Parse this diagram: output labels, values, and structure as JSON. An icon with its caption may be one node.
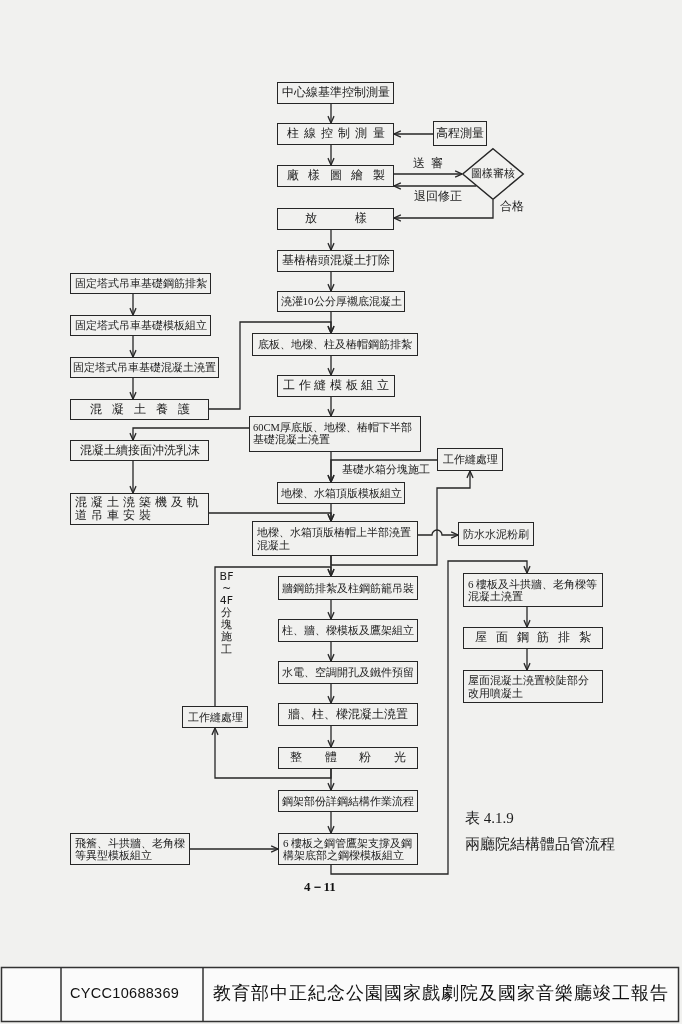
{
  "diagram": {
    "caption": "表 4.1.9 兩廳院結構體品管流程",
    "nodes": [
      {
        "text": [
          "中心線基準控制測量"
        ]
      },
      {
        "text": [
          "柱線控制測量"
        ]
      },
      {
        "text": [
          "高程測量"
        ]
      },
      {
        "text": [
          "廠樣圖繪製"
        ]
      },
      {
        "text": [
          "圖樣審核"
        ]
      },
      {
        "text": [
          "放樣"
        ]
      },
      {
        "text": [
          "基樁樁頭混凝土打除"
        ]
      },
      {
        "text": [
          "澆灌10公分厚襯底混凝土"
        ]
      },
      {
        "text": [
          "底板、地樑、柱及樁帽鋼筋排紮"
        ]
      },
      {
        "text": [
          "工作縫模板組立"
        ]
      },
      {
        "text": [
          "60CM厚底版、地樑、樁帽下半部基礎混凝土澆置"
        ]
      },
      {
        "text": [
          "工作縫處理"
        ]
      },
      {
        "text": [
          "地樑、水箱頂版模板組立"
        ]
      },
      {
        "text": [
          "地樑、水箱頂版樁帽上半部澆置混凝土"
        ]
      },
      {
        "text": [
          "防水水泥粉刷"
        ]
      },
      {
        "text": [
          "牆鋼筋排紮及柱鋼筋籠吊裝"
        ]
      },
      {
        "text": [
          "柱、牆、樑模板及鷹架組立"
        ]
      },
      {
        "text": [
          "水電、空調開孔及鐵件預留"
        ]
      },
      {
        "text": [
          "牆、柱、樑混凝土澆置"
        ]
      },
      {
        "text": [
          "整體粉光"
        ]
      },
      {
        "text": [
          "鋼架部份詳鋼結構作業流程"
        ]
      },
      {
        "text": [
          "6 樓板之鋼管鷹架支撐及鋼構架底部之鋼樑模板組立"
        ]
      },
      {
        "text": [
          "工作縫處理"
        ]
      },
      {
        "text": [
          "飛簷、斗拱牆、老角樑等異型模板組立"
        ]
      },
      {
        "text": [
          "6 樓板及斗拱牆、老角樑等混凝土澆置"
        ]
      },
      {
        "text": [
          "屋面鋼筋排紮"
        ]
      },
      {
        "text": [
          "屋面混凝土澆置較陡部分改用噴凝土"
        ]
      },
      {
        "text": [
          "固定塔式吊車基礎鋼筋排紮"
        ]
      },
      {
        "text": [
          "固定塔式吊車基礎模板組立"
        ]
      },
      {
        "text": [
          "固定塔式吊車基礎混凝土澆置"
        ]
      },
      {
        "text": [
          "混凝土養護"
        ]
      },
      {
        "text": [
          "混凝土續接面沖洗乳沫"
        ]
      },
      {
        "text": [
          "混凝土澆築機及軌道吊車安裝"
        ]
      }
    ],
    "edges": [
      {
        "from": 0,
        "to": 1,
        "arrow": "to"
      },
      {
        "from": 2,
        "to": 1,
        "arrow": "to"
      },
      {
        "from": 1,
        "to": 3,
        "arrow": "to"
      },
      {
        "from": 3,
        "to": 4,
        "arrow": "to",
        "label": "送審"
      },
      {
        "from": 4,
        "to": 3,
        "arrow": "to",
        "label": "退回修正"
      },
      {
        "from": 4,
        "to": 5,
        "arrow": "to",
        "label": "合格"
      },
      {
        "from": 5,
        "to": 6,
        "arrow": "to"
      },
      {
        "from": 6,
        "to": 7,
        "arrow": "to"
      },
      {
        "from": 7,
        "to": 8,
        "arrow": "to"
      },
      {
        "from": 8,
        "to": 9,
        "arrow": "to"
      },
      {
        "from": 9,
        "to": 10,
        "arrow": "to"
      },
      {
        "from": 10,
        "to": 12,
        "arrow": "to"
      },
      {
        "from": 11,
        "to": 12,
        "arrow": "to",
        "label": "基礎水箱分塊施工"
      },
      {
        "from": 12,
        "to": 13,
        "arrow": "to"
      },
      {
        "from": 13,
        "to": 14,
        "arrow": "to"
      },
      {
        "from": 13,
        "to": 15,
        "arrow": "to"
      },
      {
        "from": 13,
        "to": 11,
        "arrow": "to"
      },
      {
        "from": 15,
        "to": 16,
        "arrow": "to"
      },
      {
        "from": 16,
        "to": 17,
        "arrow": "to"
      },
      {
        "from": 17,
        "to": 18,
        "arrow": "to"
      },
      {
        "from": 18,
        "to": 19,
        "arrow": "to"
      },
      {
        "from": 19,
        "to": 20,
        "arrow": "to"
      },
      {
        "from": 19,
        "to": 22,
        "arrow": "to"
      },
      {
        "from": 22,
        "to": 15,
        "arrow": "to",
        "label": "BF~4F分塊施工"
      },
      {
        "from": 20,
        "to": 21,
        "arrow": "to"
      },
      {
        "from": 23,
        "to": 21,
        "arrow": "to"
      },
      {
        "from": 21,
        "to": 24,
        "arrow": "to"
      },
      {
        "from": 24,
        "to": 25,
        "arrow": "to"
      },
      {
        "from": 25,
        "to": 26,
        "arrow": "to"
      },
      {
        "from": 27,
        "to": 28,
        "arrow": "to"
      },
      {
        "from": 28,
        "to": 29,
        "arrow": "to"
      },
      {
        "from": 29,
        "to": 30,
        "arrow": "to"
      },
      {
        "from": 30,
        "to": 8,
        "arrow": "to"
      },
      {
        "from": 10,
        "to": 31,
        "arrow": "to"
      },
      {
        "from": 31,
        "to": 32,
        "arrow": "to"
      },
      {
        "from": 32,
        "to": 13,
        "arrow": "to"
      }
    ],
    "labels": [
      "4－11",
      "CYCC10688369",
      "教育部中正紀念公園國家戲劇院及國家音樂廳竣工報告"
    ]
  }
}
